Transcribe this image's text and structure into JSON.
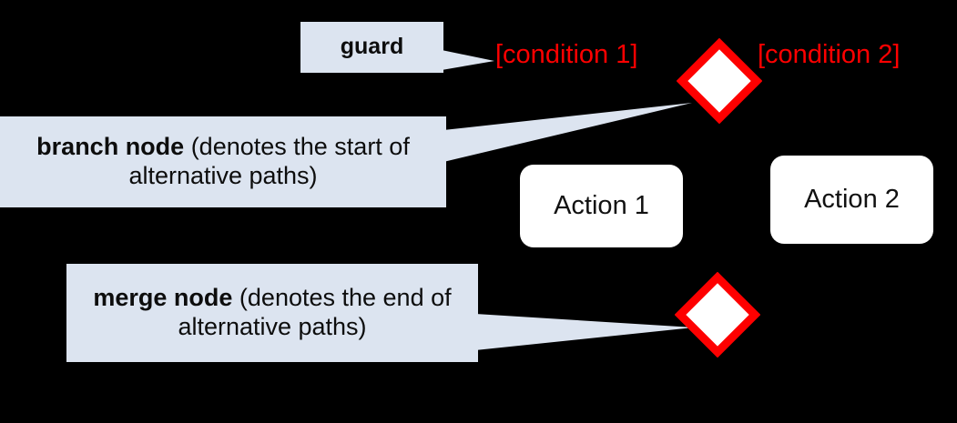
{
  "background_color": "#000000",
  "callout_fill": "#dce4f0",
  "accent_red": "#fe0000",
  "node_fill": "#ffffff",
  "annotations": {
    "guard": {
      "label": "guard"
    },
    "branch_node": {
      "bold_part": "branch node",
      "rest_part": " (denotes  the start of alternative paths)",
      "full_text": "branch node (denotes  the start of alternative paths)"
    },
    "merge_node": {
      "bold_part": "merge node",
      "rest_part": " (denotes the end of alternative paths)",
      "full_text": "merge node (denotes the end of alternative paths)"
    }
  },
  "diagram": {
    "guards": [
      {
        "id": "condition-1",
        "label": "[condition 1]"
      },
      {
        "id": "condition-2",
        "label": "[condition 2]"
      }
    ],
    "actions": [
      {
        "id": "action-1",
        "label": "Action 1"
      },
      {
        "id": "action-2",
        "label": "Action 2"
      }
    ],
    "nodes": [
      {
        "id": "branch-diamond",
        "kind": "decision-node"
      },
      {
        "id": "merge-diamond",
        "kind": "merge-node"
      }
    ]
  }
}
